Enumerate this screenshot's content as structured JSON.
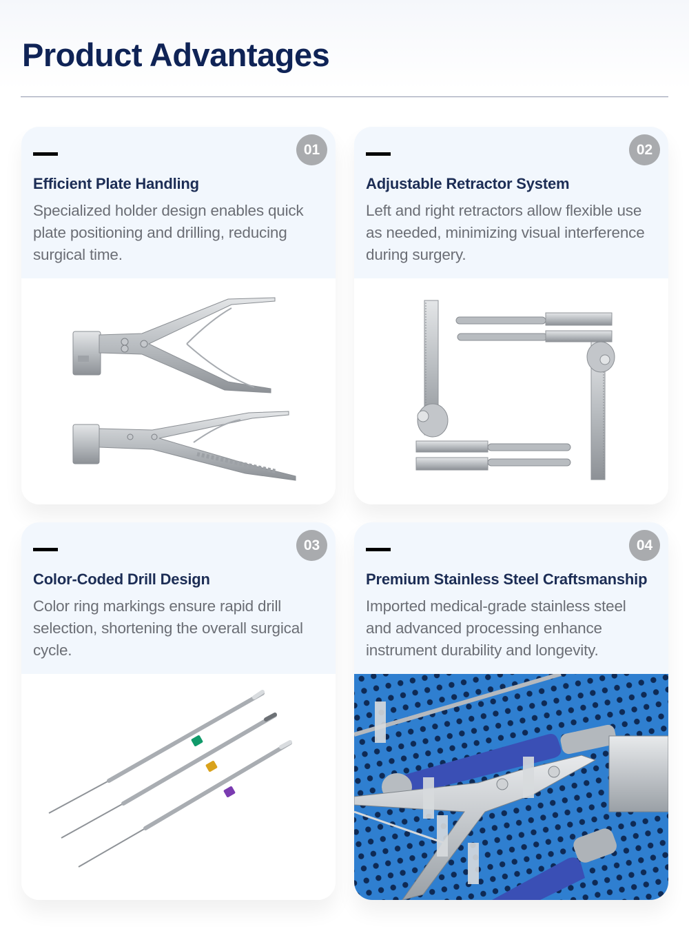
{
  "header": {
    "title": "Product Advantages"
  },
  "colors": {
    "title": "#0f2356",
    "card_title": "#1c2d55",
    "card_text": "#6b6e75",
    "card_header_bg": "#f2f7fd",
    "badge_bg": "#a9abae",
    "divider": "#8e96ab",
    "tray_blue": "#2f7fd0",
    "drill_ring_green": "#119a6a",
    "drill_ring_gold": "#d9a21c",
    "drill_ring_purple": "#7a3bb0"
  },
  "cards": [
    {
      "number": "01",
      "title": "Efficient Plate Handling",
      "description": "Specialized holder design enables quick plate positioning and drilling, reducing surgical time.",
      "image": "plate-holder-forceps"
    },
    {
      "number": "02",
      "title": "Adjustable Retractor System",
      "description": "Left and right retractors allow flexible use as needed, minimizing visual interference during surgery.",
      "image": "adjustable-retractor"
    },
    {
      "number": "03",
      "title": "Color-Coded Drill Design",
      "description": "Color ring markings ensure rapid drill selection, shortening the overall surgical cycle.",
      "image": "color-coded-drills"
    },
    {
      "number": "04",
      "title": "Premium Stainless Steel Craftsmanship",
      "description": "Imported medical-grade stainless steel and advanced processing enhance instrument durability and longevity.",
      "image": "instrument-tray"
    }
  ]
}
